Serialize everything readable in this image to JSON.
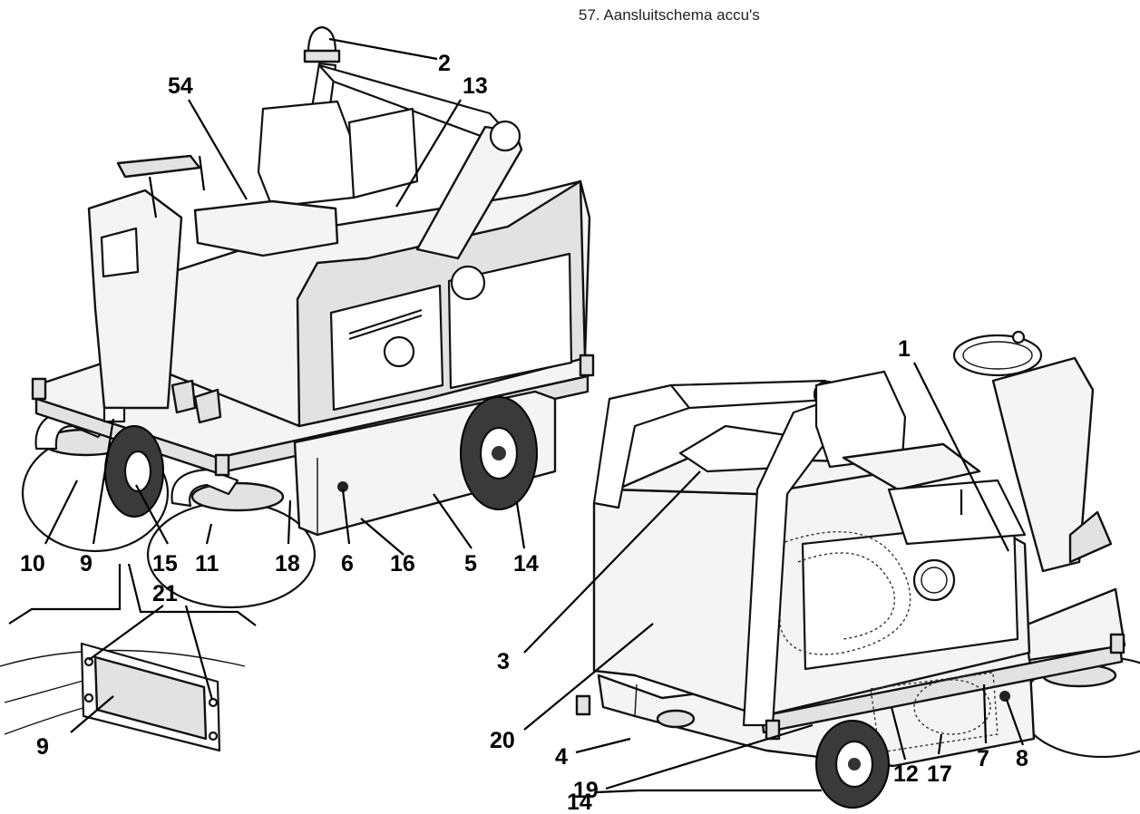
{
  "caption": "57.  Aansluitschema accu's",
  "callouts": {
    "c2": "2",
    "c54": "54",
    "c13": "13",
    "c10": "10",
    "c9a": "9",
    "c15": "15",
    "c11": "11",
    "c18": "18",
    "c6": "6",
    "c16": "16",
    "c5": "5",
    "c14a": "14",
    "c21": "21",
    "c9b": "9",
    "c1": "1",
    "c3": "3",
    "c20": "20",
    "c4": "4",
    "c19": "19",
    "c14b": "14",
    "c12": "12",
    "c17": "17",
    "c7": "7",
    "c8": "8"
  }
}
